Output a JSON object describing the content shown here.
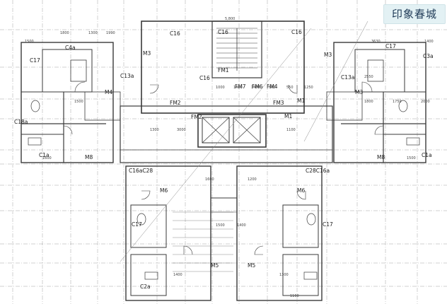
{
  "watermark": "印象春城",
  "colors": {
    "line": "#3a3a3a",
    "fine": "#8a8a8a",
    "background": "#ffffff",
    "watermark_bg": "#e3f1f4"
  },
  "room_labels": [
    {
      "id": "c4a",
      "text": "C4a"
    },
    {
      "id": "c17-tl",
      "text": "C17"
    },
    {
      "id": "c18a",
      "text": "C18a"
    },
    {
      "id": "c1a-left",
      "text": "C1a"
    },
    {
      "id": "m8-left",
      "text": "M8"
    },
    {
      "id": "m4-left",
      "text": "M4"
    },
    {
      "id": "m3-left",
      "text": "M3"
    },
    {
      "id": "c13a-left",
      "text": "C13a"
    },
    {
      "id": "c16-1",
      "text": "C16"
    },
    {
      "id": "c16-2",
      "text": "C16"
    },
    {
      "id": "c16-3",
      "text": "C16"
    },
    {
      "id": "c16-4",
      "text": "C16"
    },
    {
      "id": "fm1-top",
      "text": "FM1"
    },
    {
      "id": "fm7",
      "text": "FM7"
    },
    {
      "id": "fm6",
      "text": "FM6"
    },
    {
      "id": "fm4",
      "text": "FM4"
    },
    {
      "id": "fm2-left",
      "text": "FM2"
    },
    {
      "id": "fm2-center",
      "text": "FM2"
    },
    {
      "id": "fm3",
      "text": "FM3"
    },
    {
      "id": "m1-right",
      "text": "M1"
    },
    {
      "id": "m1-center",
      "text": "M1"
    },
    {
      "id": "m3-right",
      "text": "M3"
    },
    {
      "id": "c13a-right",
      "text": "C13a"
    },
    {
      "id": "m3-right-b",
      "text": "M3"
    },
    {
      "id": "c17-tr",
      "text": "C17"
    },
    {
      "id": "c3a",
      "text": "C3a"
    },
    {
      "id": "m8-right",
      "text": "M8"
    },
    {
      "id": "c1a-right",
      "text": "C1a"
    },
    {
      "id": "c16a-c28",
      "text": "C16aC28"
    },
    {
      "id": "c28-c16a",
      "text": "C28C16a"
    },
    {
      "id": "m6-left",
      "text": "M6"
    },
    {
      "id": "m6-right",
      "text": "M6"
    },
    {
      "id": "c17-bl",
      "text": "C17"
    },
    {
      "id": "c17-br",
      "text": "C17"
    },
    {
      "id": "m5-left",
      "text": "M5"
    },
    {
      "id": "m5-right",
      "text": "M5"
    },
    {
      "id": "c2a",
      "text": "C2a"
    }
  ],
  "dimension_labels": [
    "5,800",
    "1800",
    "1300",
    "1990",
    "1000",
    "1400",
    "1400",
    "600",
    "550",
    "1250",
    "1500",
    "3000",
    "1300",
    "1100",
    "1800",
    "1750",
    "2000",
    "1600",
    "1500",
    "1600",
    "1200",
    "1500",
    "1400",
    "1400",
    "1300",
    "1100",
    "2550",
    "3630",
    "1500",
    "1400"
  ]
}
